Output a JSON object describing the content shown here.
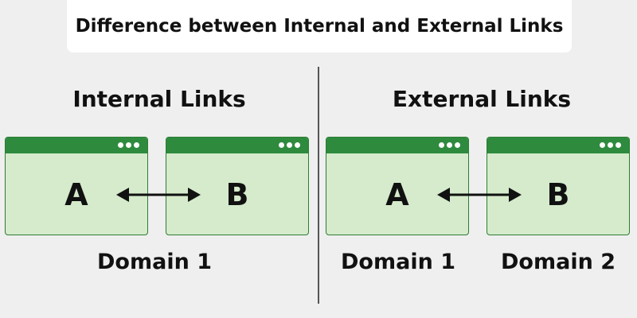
{
  "title": "Difference between Internal and External Links",
  "internal": {
    "heading": "Internal Links",
    "left_window": "A",
    "right_window": "B",
    "domain_label": "Domain 1"
  },
  "external": {
    "heading": "External Links",
    "left_window": "A",
    "right_window": "B",
    "left_domain": "Domain 1",
    "right_domain": "Domain 2"
  },
  "colors": {
    "window_fill": "#d5ebcc",
    "window_bar": "#2e8b3e",
    "background": "#efefef"
  }
}
